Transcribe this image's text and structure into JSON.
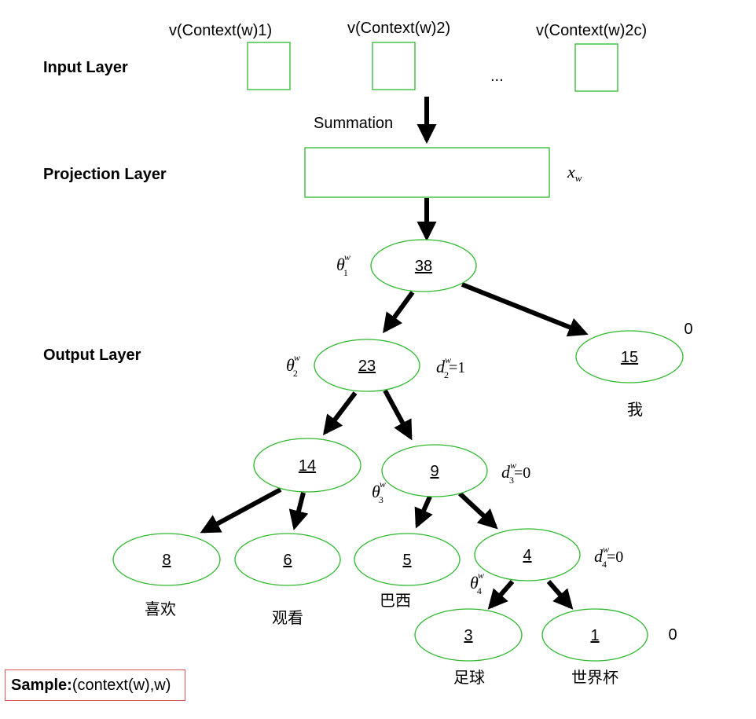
{
  "layers": {
    "input": "Input Layer",
    "projection": "Projection Layer",
    "output": "Output Layer"
  },
  "context_vectors": [
    "v(Context(w)1)",
    "v(Context(w)2)",
    "v(Context(w)2c)"
  ],
  "ellipsis": "...",
  "summation": "Summation",
  "projection_symbol": {
    "base": "x",
    "sub": "w"
  },
  "tree": {
    "root": "38",
    "n23": "23",
    "n15": "15",
    "n14": "14",
    "n9": "9",
    "n8": "8",
    "n6": "6",
    "n5": "5",
    "n4": "4",
    "n3": "3",
    "n1": "1"
  },
  "words": {
    "wo": "我",
    "xihuan": "喜欢",
    "guankan": "观看",
    "baxi": "巴西",
    "zuqiu": "足球",
    "shijiebei": "世界杯"
  },
  "branch_codes": {
    "right_top": "0",
    "right_bottom": "0"
  },
  "params": {
    "theta": "θ",
    "sup": "w",
    "theta1_sub": "1",
    "theta2_sub": "2",
    "theta3_sub": "3",
    "theta4_sub": "4",
    "d": "d",
    "d2_sub": "2",
    "d2_val": "=1",
    "d3_sub": "3",
    "d3_val": "=0",
    "d4_sub": "4",
    "d4_val": "=0"
  },
  "sample": {
    "label": "Sample:",
    "value": "(context(w),w)"
  },
  "colors": {
    "node_stroke": "#2db82d",
    "sample_border": "#e05555",
    "arrow": "#000000"
  }
}
